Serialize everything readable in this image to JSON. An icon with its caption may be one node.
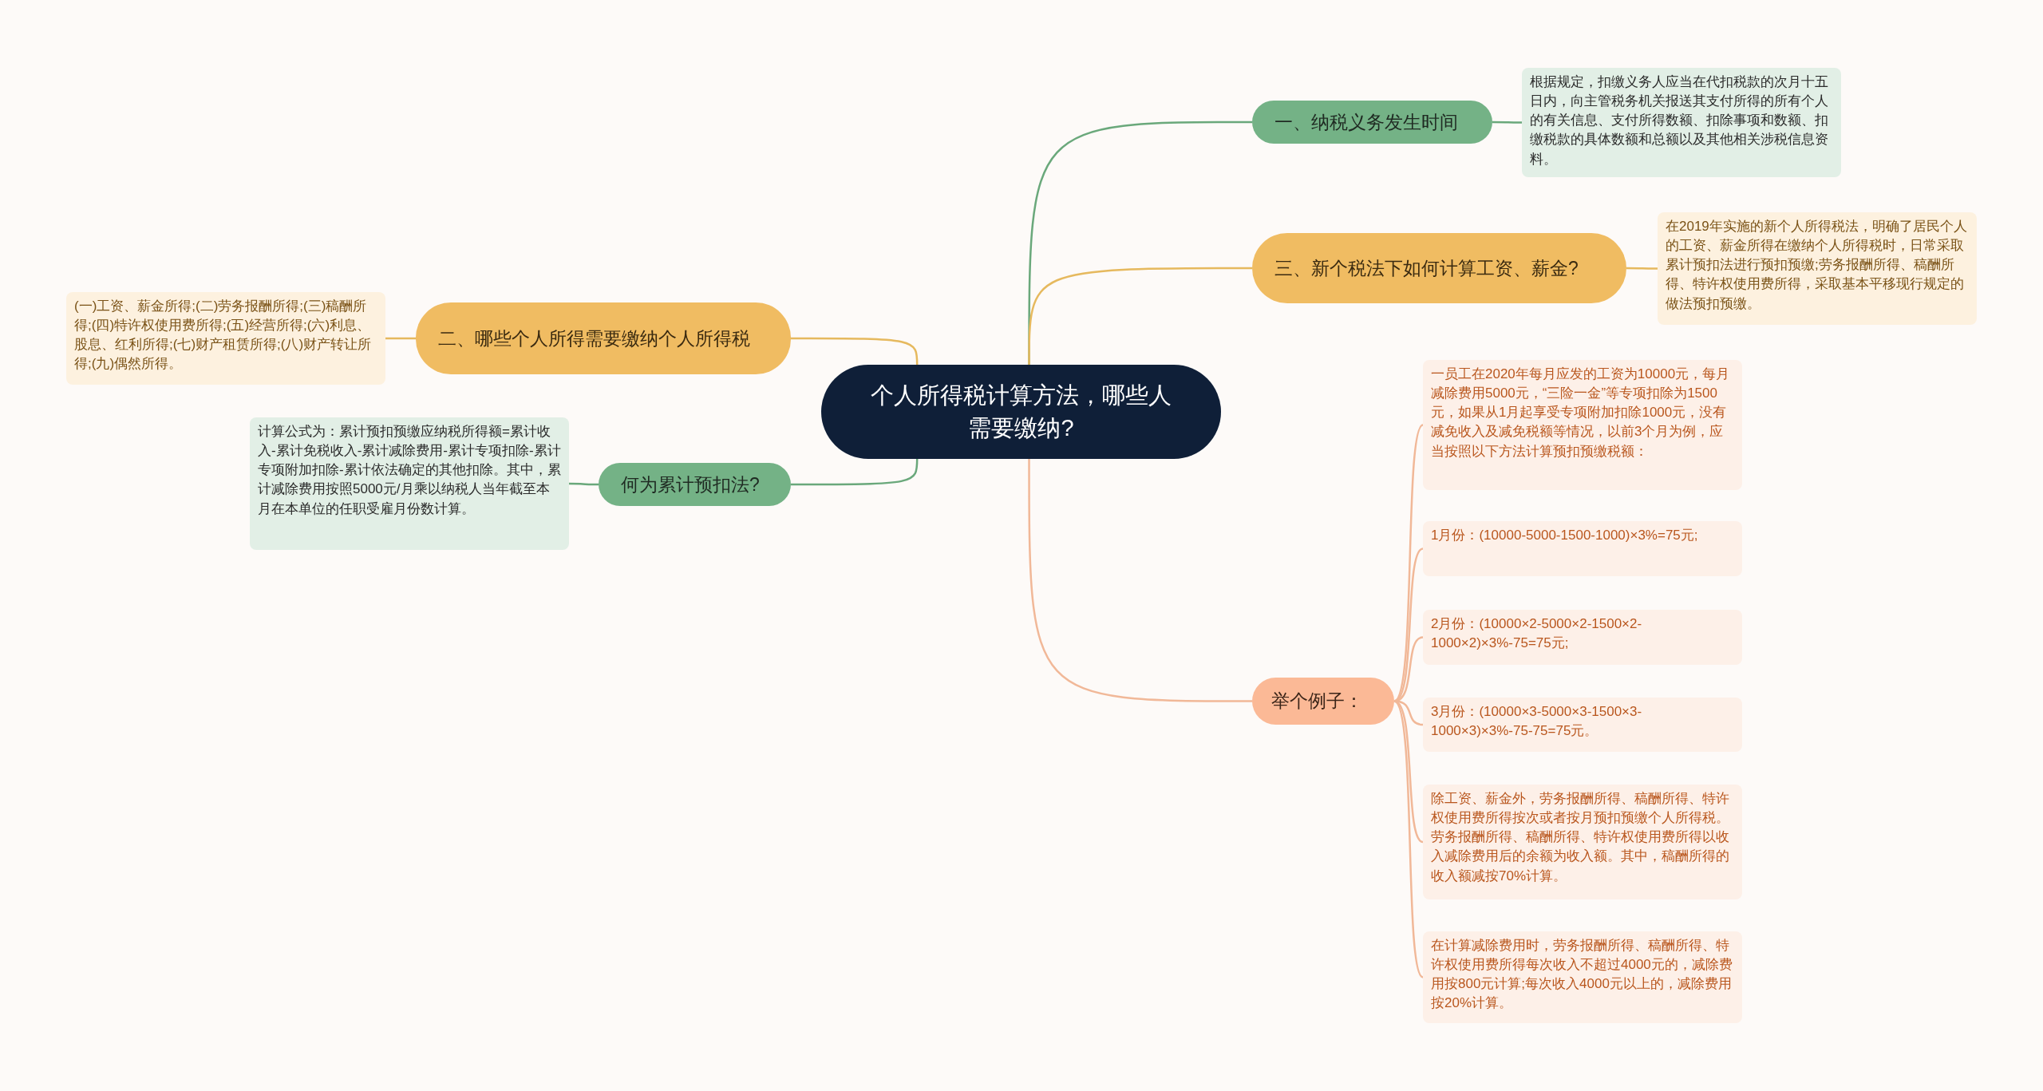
{
  "diagram": {
    "nodes": [
      {
        "text": [
          "个人所得税计算方法，哪些人需要缴纳?"
        ]
      },
      {
        "text": [
          "一、纳税义务发生时间"
        ]
      },
      {
        "text": [
          "根据规定，扣缴义务人应当在代扣税款的次月十五日内，向主管税务机关报送其支付所得的所有个人的有关信息、支付所得数额、扣除事项和数额、扣缴税款的具体数额和总额以及其他相关涉税信息资料。"
        ]
      },
      {
        "text": [
          "三、新个税法下如何计算工资、薪金?"
        ]
      },
      {
        "text": [
          "在2019年实施的新个人所得税法，明确了居民个人的工资、薪金所得在缴纳个人所得税时，日常采取累计预扣法进行预扣预缴;劳务报酬所得、稿酬所得、特许权使用费所得，采取基本平移现行规定的做法预扣预缴。"
        ]
      },
      {
        "text": [
          "二、哪些个人所得需要缴纳个人所得税"
        ]
      },
      {
        "text": [
          "(一)工资、薪金所得;(二)劳务报酬所得;(三)稿酬所得;(四)特许权使用费所得;(五)经营所得;(六)利息、股息、红利所得;(七)财产租赁所得;(八)财产转让所得;(九)偶然所得。"
        ]
      },
      {
        "text": [
          "何为累计预扣法?"
        ]
      },
      {
        "text": [
          "计算公式为：累计预扣预缴应纳税所得额=累计收入-累计免税收入-累计减除费用-累计专项扣除-累计专项附加扣除-累计依法确定的其他扣除。其中，累计减除费用按照5000元/月乘以纳税人当年截至本月在本单位的任职受雇月份数计算。"
        ]
      },
      {
        "text": [
          "举个例子："
        ]
      },
      {
        "text": [
          "一员工在2020年每月应发的工资为10000元，每月减除费用5000元，“三险一金”等专项扣除为1500元，如果从1月起享受专项附加扣除1000元，没有减免收入及减免税额等情况，以前3个月为例，应当按照以下方法计算预扣预缴税额："
        ]
      },
      {
        "text": [
          "1月份：(10000-5000-1500-1000)×3%=75元;"
        ]
      },
      {
        "text": [
          "2月份：(10000×2-5000×2-1500×2-1000×2)×3%-75=75元;"
        ]
      },
      {
        "text": [
          "3月份：(10000×3-5000×3-1500×3-1000×3)×3%-75-75=75元。"
        ]
      },
      {
        "text": [
          "除工资、薪金外，劳务报酬所得、稿酬所得、特许权使用费所得按次或者按月预扣预缴个人所得税。劳务报酬所得、稿酬所得、特许权使用费所得以收入减除费用后的余额为收入额。其中，稿酬所得的收入额减按70%计算。"
        ]
      },
      {
        "text": [
          "在计算减除费用时，劳务报酬所得、稿酬所得、特许权使用费所得每次收入不超过4000元的，减除费用按800元计算;每次收入4000元以上的，减除费用按20%计算。"
        ]
      }
    ],
    "edges": [
      {
        "from": 0,
        "to": 1,
        "arrow": "none",
        "color": "#6aa87b"
      },
      {
        "from": 1,
        "to": 2,
        "arrow": "none",
        "color": "#6aa87b"
      },
      {
        "from": 0,
        "to": 3,
        "arrow": "none",
        "color": "#e6b95e"
      },
      {
        "from": 3,
        "to": 4,
        "arrow": "none",
        "color": "#e6b95e"
      },
      {
        "from": 0,
        "to": 5,
        "arrow": "none",
        "color": "#e6b95e"
      },
      {
        "from": 5,
        "to": 6,
        "arrow": "none",
        "color": "#e6b95e"
      },
      {
        "from": 0,
        "to": 7,
        "arrow": "none",
        "color": "#6aa87b"
      },
      {
        "from": 7,
        "to": 8,
        "arrow": "none",
        "color": "#6aa87b"
      },
      {
        "from": 0,
        "to": 9,
        "arrow": "none"
      },
      {
        "from": 9,
        "to": 10,
        "arrow": "none"
      },
      {
        "from": 9,
        "to": 11,
        "arrow": "none"
      },
      {
        "from": 9,
        "to": 12,
        "arrow": "none"
      },
      {
        "from": 9,
        "to": 13,
        "arrow": "none"
      },
      {
        "from": 9,
        "to": 14,
        "arrow": "none"
      },
      {
        "from": 9,
        "to": 15,
        "arrow": "none"
      }
    ]
  }
}
